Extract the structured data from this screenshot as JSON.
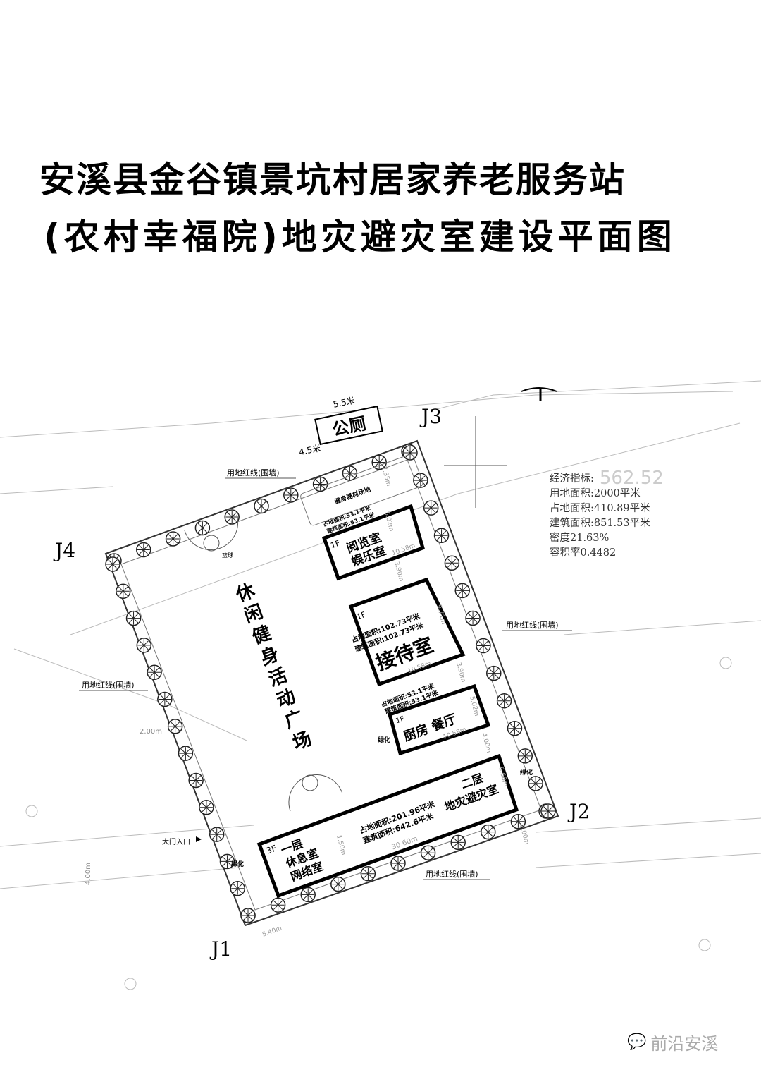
{
  "title": {
    "line1": "安溪县金谷镇景坑村居家养老服务站",
    "line2": "(农村幸福院)地灾避灾室建设平面图"
  },
  "plan": {
    "toilet": {
      "label": "公厕",
      "width": "5.5米",
      "depth": "4.5米"
    },
    "corners": {
      "j1": "J1",
      "j2": "J2",
      "j3": "J3",
      "j4": "J4"
    },
    "boundary_label": "用地红线(围墙)",
    "plaza": "休闲健身活动广场",
    "basketball": "篮球",
    "fitness_area": "健身器材场地",
    "greenery": "绿化",
    "entrance": "大门入口",
    "reading_room": {
      "floor": "1F",
      "name_line1": "阅览室",
      "name_line2": "娱乐室",
      "footprint": "占地面积:53.1平米",
      "floor_area": "建筑面积:53.1平米",
      "dim_w": "10.58m",
      "dim_h": "5.02m",
      "gap": "3.90m",
      "top_gap": "7.35m"
    },
    "reception": {
      "floor": "1F",
      "name": "接待室",
      "footprint": "占地面积:102.73平米",
      "floor_area": "建筑面积:102.73平米",
      "dim_w": "10.58m",
      "dim_h": "9.71m",
      "gap": "3.90m"
    },
    "kitchen": {
      "floor": "1F",
      "name": "厨房 餐厅",
      "footprint": "占地面积:53.1平米",
      "floor_area": "建筑面积:53.1平米",
      "dim_w": "10.58m",
      "dim_h": "5.02m",
      "gap": "4.00m"
    },
    "shelter": {
      "floor": "3F",
      "left_line1": "一层",
      "left_line2": "休息室",
      "left_line3": "网络室",
      "right_line1": "二层",
      "right_line2": "地灾避灾室",
      "footprint": "占地面积:201.96平米",
      "floor_area": "建筑面积:642.6平米",
      "dim_w": "30.60m",
      "dim_h": "6.60m",
      "gap_top": "1.50m",
      "gap_bottom": "2.00m",
      "left_gap": "5.40m"
    },
    "dims": {
      "west_gap": "2.00m",
      "road_width": "4.00m"
    }
  },
  "economic_indicators": {
    "heading": "经济指标:",
    "faint_number": "562.52",
    "land_area": "用地面积:2000平米",
    "footprint_area": "占地面积:410.89平米",
    "building_area": "建筑面积:851.53平米",
    "density": "密度21.63%",
    "far": "容积率0.4482"
  },
  "watermark": {
    "text": "前沿安溪",
    "icon": "wechat-icon"
  }
}
